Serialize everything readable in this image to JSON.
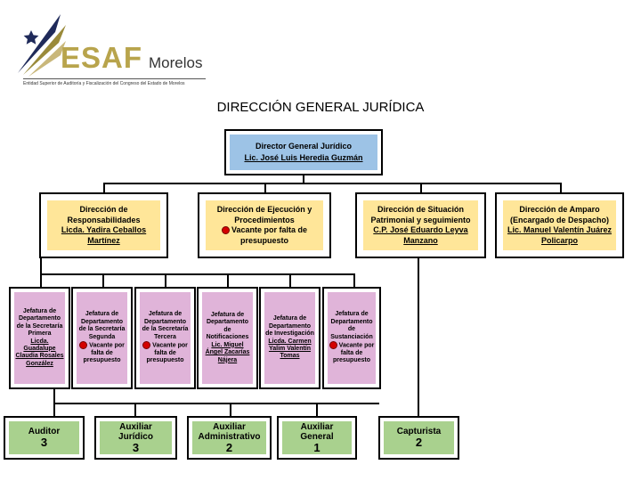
{
  "header": {
    "logo_name": "ESAF",
    "logo_state": "Morelos",
    "logo_subtitle": "Entidad Superior de Auditoría y Fiscalización del Congreso del Estado de Morelos",
    "page_title": "DIRECCIÓN GENERAL JURÍDICA"
  },
  "colors": {
    "director_fill": "#9dc3e6",
    "direccion_fill": "#ffe699",
    "jefatura_fill": "#e0b4d9",
    "staff_fill": "#a9d18e",
    "vacancy_dot": "#d40000"
  },
  "director": {
    "title": "Director General Jurídico",
    "name": "Lic. José Luis Heredia Guzmán"
  },
  "direcciones": [
    {
      "title": "Dirección de Responsabilidades",
      "name": "Licda. Yadira Ceballos Martínez",
      "vacancy": ""
    },
    {
      "title": "Dirección de Ejecución y Procedimientos",
      "name": "",
      "vacancy": "Vacante por falta de presupuesto"
    },
    {
      "title": "Dirección de Situación Patrimonial y seguimiento",
      "name": "C.P. José Eduardo Leyva Manzano",
      "vacancy": ""
    },
    {
      "title": "Dirección de Amparo (Encargado de Despacho)",
      "name": "Lic. Manuel Valentín Juárez Policarpo",
      "vacancy": ""
    }
  ],
  "jefaturas": [
    {
      "title": "Jefatura de Departamento de la Secretaría Primera",
      "name": "Licda. Guadalupe Claudia Rosales González",
      "vacancy": ""
    },
    {
      "title": "Jefatura de Departamento de la Secretaría Segunda",
      "name": "",
      "vacancy": "Vacante por falta de presupuesto"
    },
    {
      "title": "Jefatura de Departamento de la Secretaría Tercera",
      "name": "",
      "vacancy": "Vacante por falta de presupuesto"
    },
    {
      "title": "Jefatura de Departamento de Notificaciones",
      "name": "Lic. Miguel Ángel Zacarías Nájera",
      "vacancy": ""
    },
    {
      "title": "Jefatura de Departamento de Investigación",
      "name": "Licda. Carmen Yalim Valentín Tomas",
      "vacancy": ""
    },
    {
      "title": "Jefatura de Departamento de Sustanciación",
      "name": "",
      "vacancy": "Vacante por falta de presupuesto"
    }
  ],
  "staff": [
    {
      "title": "Auditor",
      "count": "3"
    },
    {
      "title": "Auxiliar Jurídico",
      "count": "3"
    },
    {
      "title": "Auxiliar Administrativo",
      "count": "2"
    },
    {
      "title": "Auxiliar General",
      "count": "1"
    },
    {
      "title": "Capturista",
      "count": "2"
    }
  ]
}
